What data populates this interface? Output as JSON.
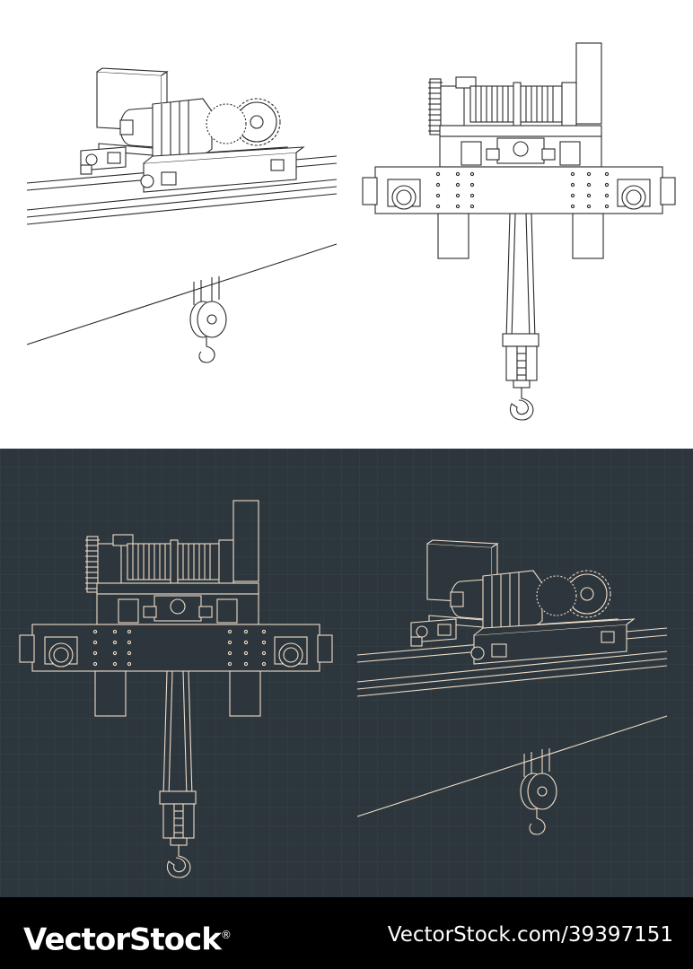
{
  "watermark": {
    "logo": "VectorStock",
    "logo_registered": "®",
    "id_text": "VectorStock.com/39397151"
  },
  "colors": {
    "paper": "#ffffff",
    "ink": "#2a2a2a",
    "blueprint_bg": "#2c363c",
    "blueprint_grid": "#36424a",
    "blueprint_line": "#f0dcc8",
    "blueprint_fill": "#f0d5bd",
    "footer_bg": "#000000",
    "footer_text": "#ffffff"
  },
  "panels": [
    {
      "name": "top-left-perspective-view",
      "style": "line-art"
    },
    {
      "name": "top-right-front-view",
      "style": "line-art"
    },
    {
      "name": "bottom-left-front-view",
      "style": "blueprint"
    },
    {
      "name": "bottom-right-perspective-view",
      "style": "blueprint"
    }
  ]
}
